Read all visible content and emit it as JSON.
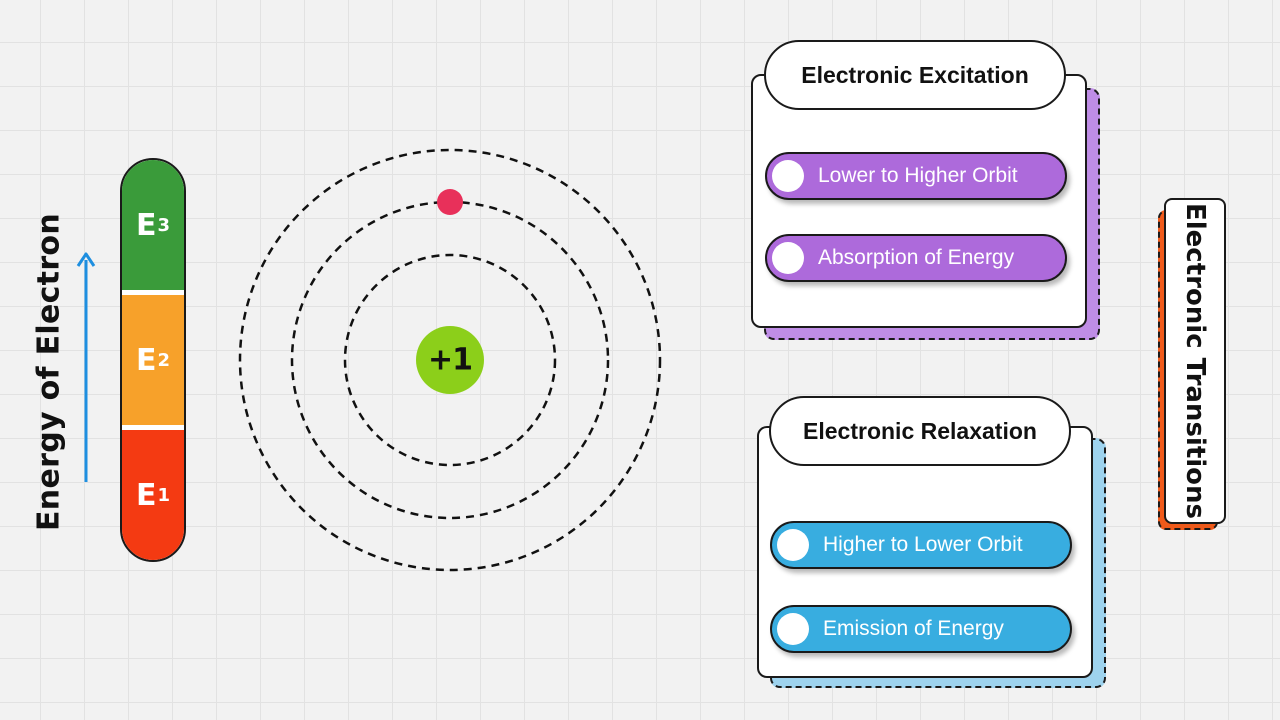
{
  "axis": {
    "label": "Energy of Electron"
  },
  "energy_levels": [
    {
      "letter": "E",
      "index": "3",
      "color": "#3a9b3a"
    },
    {
      "letter": "E",
      "index": "2",
      "color": "#f7a12a"
    },
    {
      "letter": "E",
      "index": "1",
      "color": "#f43a12"
    }
  ],
  "atom": {
    "nucleus_charge": "+1",
    "nucleus_color": "#8ccf1a",
    "electron_color": "#e8305a"
  },
  "excitation": {
    "title": "Electronic Excitation",
    "accent": "#ad6adb",
    "items": [
      "Lower to Higher Orbit",
      "Absorption of Energy"
    ]
  },
  "relaxation": {
    "title": "Electronic Relaxation",
    "accent": "#38ade0",
    "items": [
      "Higher to Lower Orbit",
      "Emission of Energy"
    ]
  },
  "side_title": {
    "text": "Electronic Transitions",
    "accent": "#f05a1a"
  }
}
